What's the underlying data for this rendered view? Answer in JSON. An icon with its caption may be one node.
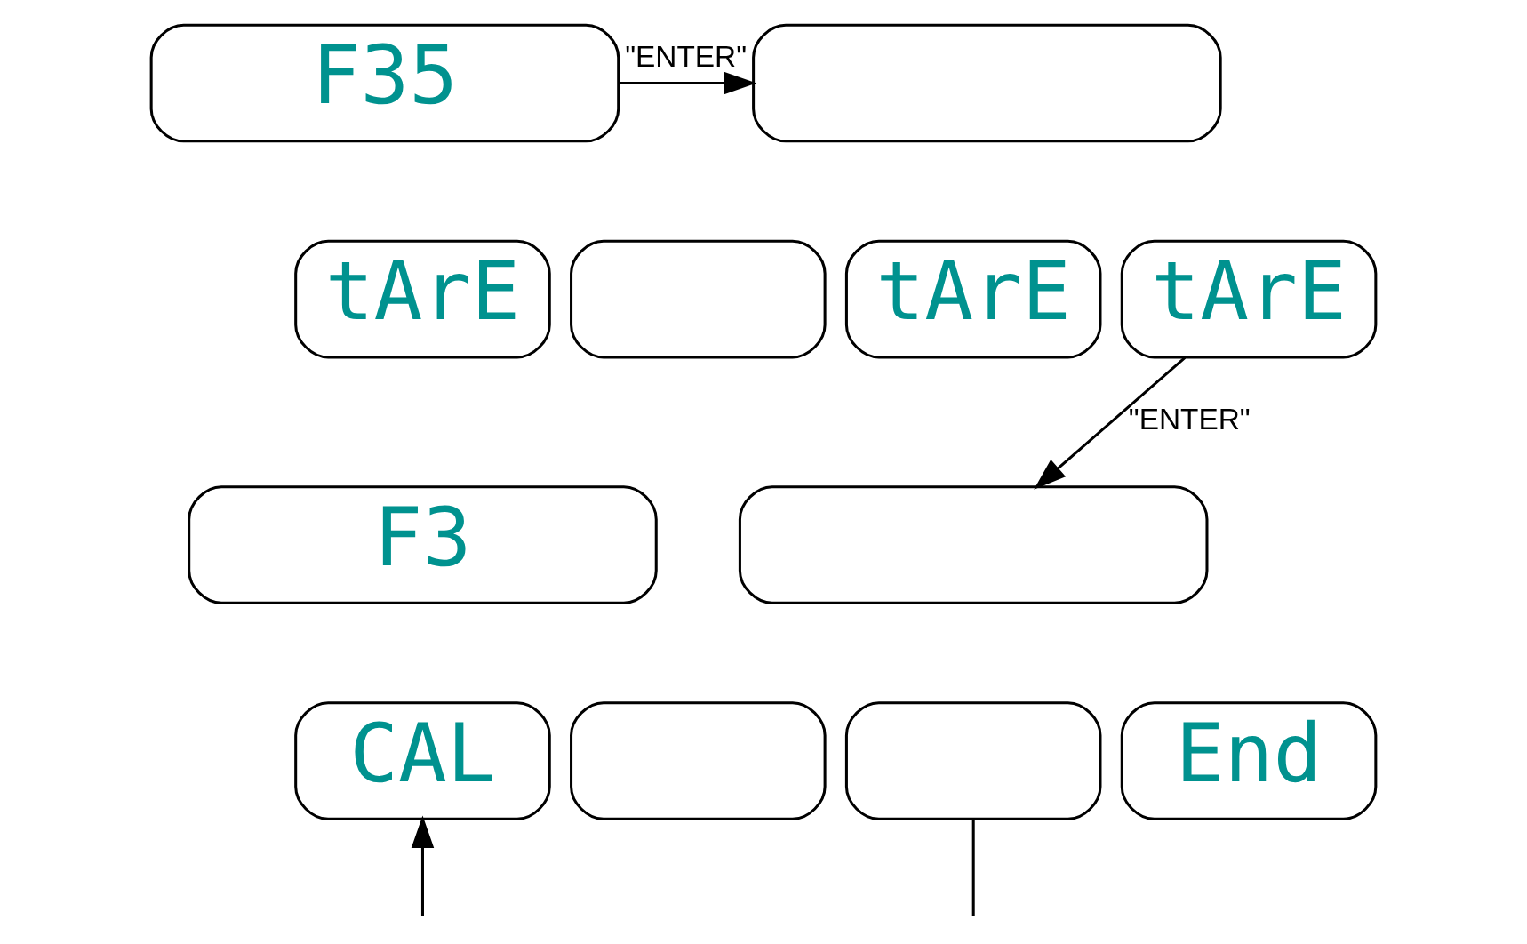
{
  "diagram": {
    "nodes": [
      {
        "text": [
          "F35"
        ]
      },
      {
        "text": [
          "tArE"
        ]
      },
      {
        "text": [],
        "shape": "box"
      },
      {
        "text": [],
        "shape": "box"
      },
      {
        "text": [
          "tArE"
        ]
      },
      {
        "text": [
          "tArE"
        ]
      },
      {
        "text": [
          "F3"
        ]
      },
      {
        "text": [
          "CAL"
        ]
      },
      {
        "text": [],
        "shape": "box"
      },
      {
        "text": [],
        "shape": "box"
      },
      {
        "text": [],
        "shape": "box"
      },
      {
        "text": [
          "End"
        ]
      }
    ],
    "edges": [
      {
        "from": 0,
        "to": 3,
        "arrow": "to",
        "label": "\"ENTER\""
      },
      {
        "from": 5,
        "to": 9,
        "arrow": "to",
        "label": "\"ENTER\""
      },
      {
        "from": null,
        "to": 7,
        "arrow": "to"
      },
      {
        "from": 10,
        "to": null,
        "arrow": "none"
      }
    ]
  }
}
